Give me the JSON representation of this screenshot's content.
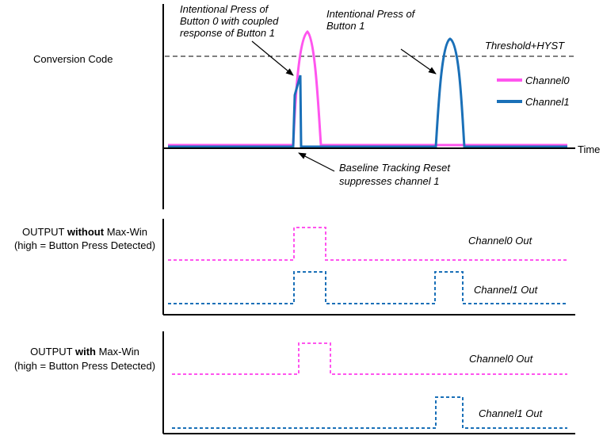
{
  "colors": {
    "channel0": "#ff55ee",
    "channel1": "#1a70b8",
    "axis": "#000000",
    "threshold": "#000000"
  },
  "top_panel": {
    "ylabel": "Conversion Code",
    "xlabel": "Time",
    "threshold_label": "Threshold+HYST",
    "legend": [
      {
        "name": "Channel0",
        "color": "#ff55ee"
      },
      {
        "name": "Channel1",
        "color": "#1a70b8"
      }
    ],
    "annotations": {
      "button0": [
        "Intentional Press of",
        "Button 0 with coupled",
        "response of Button 1"
      ],
      "button1": [
        "Intentional Press of",
        "Button 1"
      ],
      "reset": [
        "Baseline Tracking Reset",
        "suppresses channel 1"
      ]
    }
  },
  "middle_panel": {
    "title_prefix": "OUTPUT ",
    "title_bold": "without",
    "title_suffix": " Max-Win",
    "subtitle": "(high = Button Press Detected)",
    "ch0_label": "Channel0 Out",
    "ch1_label": "Channel1 Out"
  },
  "bottom_panel": {
    "title_prefix": "OUTPUT ",
    "title_bold": "with",
    "title_suffix": " Max-Win",
    "subtitle": "(high = Button Press Detected)",
    "ch0_label": "Channel0 Out",
    "ch1_label": "Channel1 Out"
  }
}
